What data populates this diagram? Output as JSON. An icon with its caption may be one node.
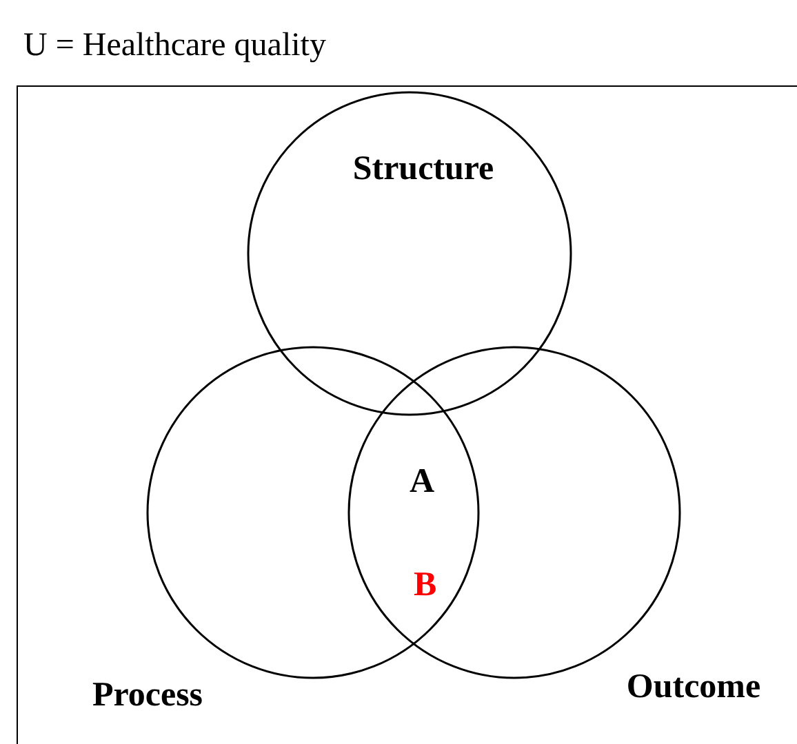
{
  "diagram": {
    "nodes": [
      {
        "text": [
          "U = Healthcare quality"
        ]
      },
      {
        "text": [
          "Structure"
        ],
        "in": 0
      },
      {
        "text": [
          "Process"
        ],
        "in": 0
      },
      {
        "text": [
          "Outcome"
        ],
        "in": 0
      }
    ],
    "labels": [
      "A",
      "B"
    ]
  }
}
